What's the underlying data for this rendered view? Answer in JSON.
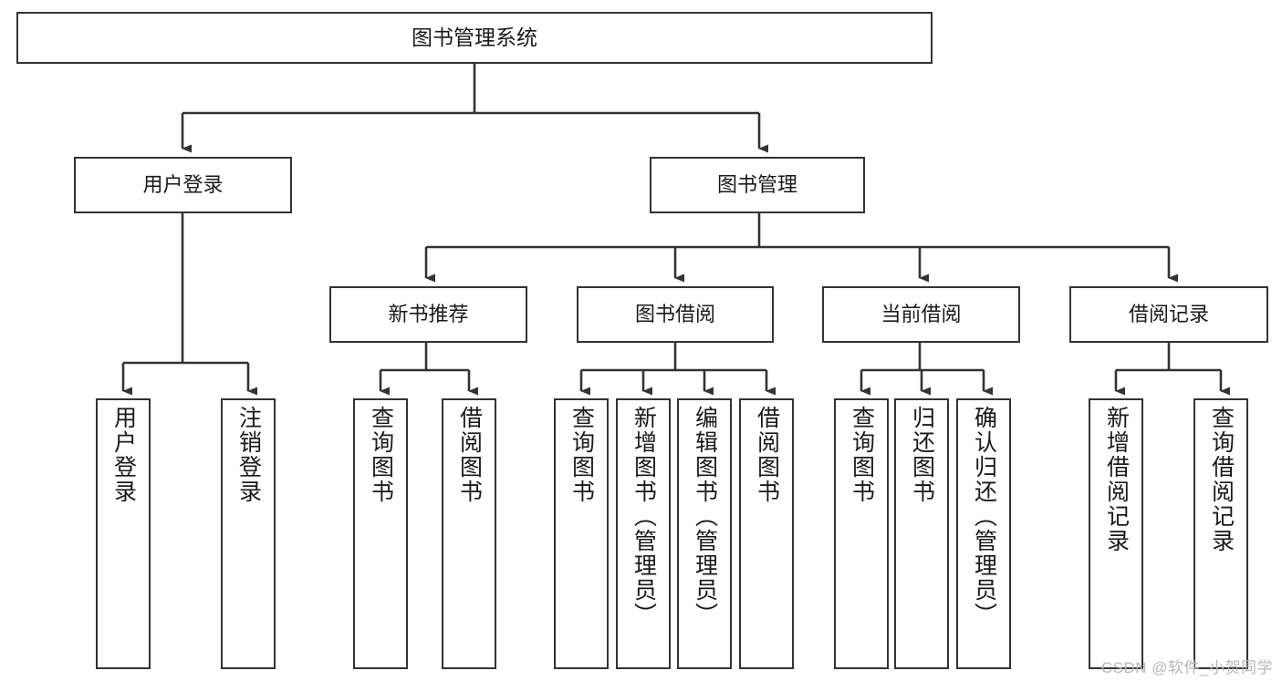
{
  "diagram": {
    "title": "图书管理系统",
    "type": "tree-hierarchy-chart",
    "watermark": "CSDN @软件_小贺同学",
    "colors": {
      "box_border": "#333333",
      "box_fill": "#ffffff",
      "edge": "#333333",
      "text": "#1a1a1a",
      "watermark": "#b8b8b8",
      "background": "#ffffff"
    },
    "nodes": {
      "root": {
        "label": "图书管理系统",
        "level": 0
      },
      "user_login": {
        "label": "用户登录",
        "level": 1
      },
      "book_manage": {
        "label": "图书管理",
        "level": 1
      },
      "new_book_rec": {
        "label": "新书推荐",
        "level": 2
      },
      "book_borrow": {
        "label": "图书借阅",
        "level": 2
      },
      "current_borrow": {
        "label": "当前借阅",
        "level": 2
      },
      "borrow_record": {
        "label": "借阅记录",
        "level": 2
      },
      "leaf_user_login": {
        "label": "用户登录",
        "level": 3
      },
      "leaf_logout": {
        "label": "注销登录",
        "level": 3
      },
      "leaf_query_book_a": {
        "label": "查询图书",
        "level": 3
      },
      "leaf_borrow_book_a": {
        "label": "借阅图书",
        "level": 3
      },
      "leaf_query_book_b": {
        "label": "查询图书",
        "level": 3
      },
      "leaf_add_book": {
        "label": "新增图书（管理员）",
        "level": 3
      },
      "leaf_edit_book": {
        "label": "编辑图书（管理员）",
        "level": 3
      },
      "leaf_borrow_book_b": {
        "label": "借阅图书",
        "level": 3
      },
      "leaf_query_book_c": {
        "label": "查询图书",
        "level": 3
      },
      "leaf_return_book": {
        "label": "归还图书",
        "level": 3
      },
      "leaf_confirm_return": {
        "label": "确认归还（管理员）",
        "level": 3
      },
      "leaf_add_record": {
        "label": "新增借阅记录",
        "level": 3
      },
      "leaf_query_record": {
        "label": "查询借阅记录",
        "level": 3
      }
    },
    "edges": [
      {
        "from": "root",
        "to": "user_login"
      },
      {
        "from": "root",
        "to": "book_manage"
      },
      {
        "from": "user_login",
        "to": "leaf_user_login"
      },
      {
        "from": "user_login",
        "to": "leaf_logout"
      },
      {
        "from": "book_manage",
        "to": "new_book_rec"
      },
      {
        "from": "book_manage",
        "to": "book_borrow"
      },
      {
        "from": "book_manage",
        "to": "current_borrow"
      },
      {
        "from": "book_manage",
        "to": "borrow_record"
      },
      {
        "from": "new_book_rec",
        "to": "leaf_query_book_a"
      },
      {
        "from": "new_book_rec",
        "to": "leaf_borrow_book_a"
      },
      {
        "from": "book_borrow",
        "to": "leaf_query_book_b"
      },
      {
        "from": "book_borrow",
        "to": "leaf_add_book"
      },
      {
        "from": "book_borrow",
        "to": "leaf_edit_book"
      },
      {
        "from": "book_borrow",
        "to": "leaf_borrow_book_b"
      },
      {
        "from": "current_borrow",
        "to": "leaf_query_book_c"
      },
      {
        "from": "current_borrow",
        "to": "leaf_return_book"
      },
      {
        "from": "current_borrow",
        "to": "leaf_confirm_return"
      },
      {
        "from": "borrow_record",
        "to": "leaf_add_record"
      },
      {
        "from": "borrow_record",
        "to": "leaf_query_record"
      }
    ]
  }
}
